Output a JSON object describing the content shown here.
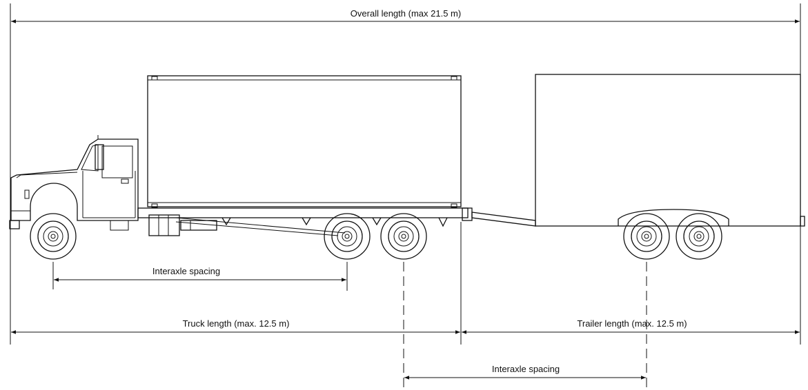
{
  "labels": {
    "overall_length": "Overall length (max 21.5 m)",
    "interaxle_spacing_truck": "Interaxle spacing",
    "truck_length": "Truck length (max. 12.5 m)",
    "trailer_length": "Trailer length (max. 12.5 m)",
    "interaxle_spacing_combination": "Interaxle spacing"
  },
  "colors": {
    "line": "#111111",
    "background": "#ffffff"
  }
}
